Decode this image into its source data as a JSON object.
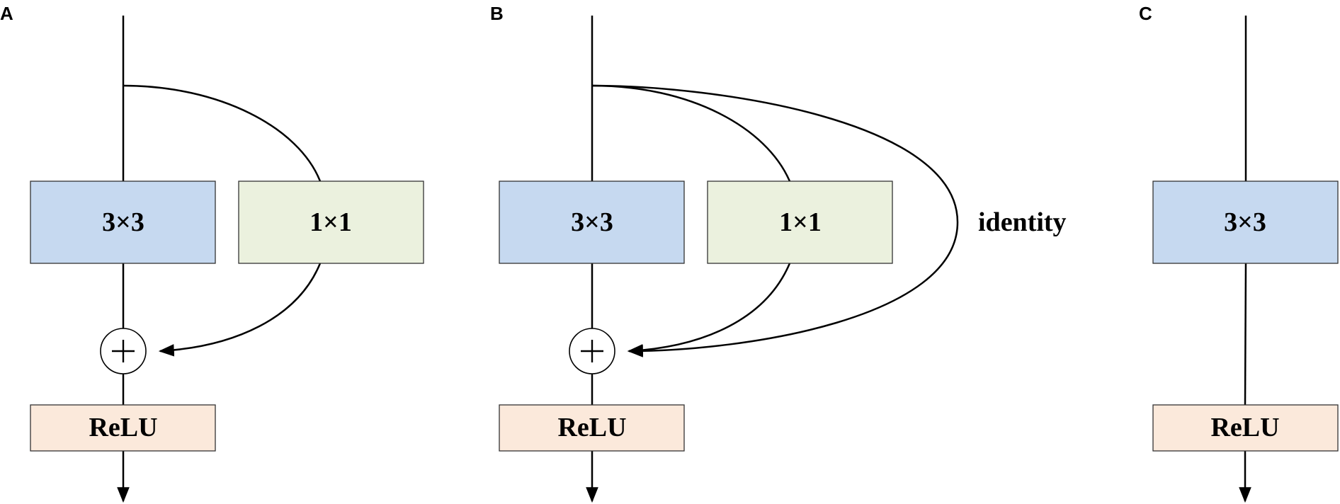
{
  "panels": [
    {
      "letter": "A",
      "conv3x3": "3×3",
      "conv1x1": "1×1",
      "relu": "ReLU"
    },
    {
      "letter": "B",
      "conv3x3": "3×3",
      "conv1x1": "1×1",
      "relu": "ReLU",
      "identity": "identity"
    },
    {
      "letter": "C",
      "conv3x3": "3×3",
      "relu": "ReLU"
    }
  ],
  "colors": {
    "conv3x3_fill": "#c6d9f0",
    "conv1x1_fill": "#ebf1de",
    "relu_fill": "#fbe9db",
    "stroke": "#000000"
  }
}
